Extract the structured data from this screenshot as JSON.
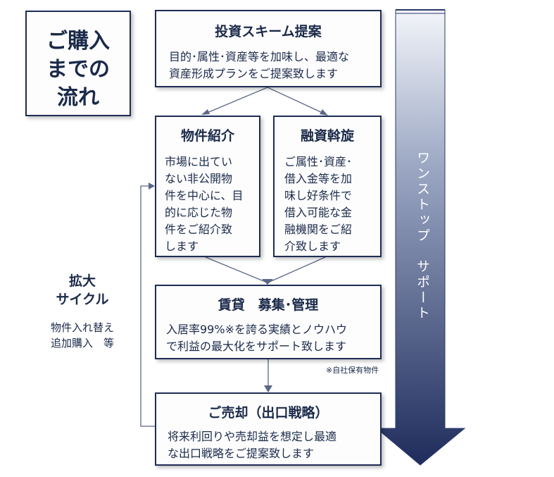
{
  "flow_title": "ご購入\nまでの\n流れ",
  "steps": {
    "proposal": {
      "title": "投資スキーム提案",
      "body": "目的･属性･資産等を加味し、最適な\n資産形成プランをご提案致します"
    },
    "property": {
      "title": "物件紹介",
      "body": "市場に出てい\nない非公開物\n件を中心に、目\n的に応じた物\n件をご紹介致\nします"
    },
    "financing": {
      "title": "融資斡旋",
      "body": "ご属性･資産･\n借入金等を加\n味し好条件で\n借入可能な金\n融機関をご紹\n介致します"
    },
    "leasing": {
      "title": "賃貸　募集･管理",
      "body": "入居率99%※を誇る実績とノウハウ\nで利益の最大化をサポート致します"
    },
    "sale": {
      "title": "ご売却（出口戦略）",
      "body": "将来利回りや売却益を想定し最適\nな出口戦略をご提案致します"
    }
  },
  "cycle": {
    "title": "拡大\nサイクル",
    "subtitle": "物件入れ替え\n追加購入　等"
  },
  "footnote": "※自社保有物件",
  "support_arrow": {
    "label": "ワンストップ　サポート",
    "colors": {
      "top": "#e9edf5",
      "bottom": "#1f2c5c"
    }
  }
}
